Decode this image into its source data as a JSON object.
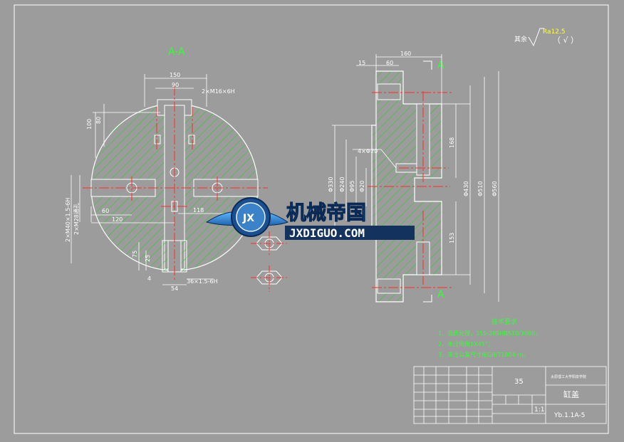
{
  "drawing": {
    "roughness": {
      "prefix": "其余",
      "value": "Ra12.5",
      "paren": "（ √ ）"
    },
    "section_label": "A-A",
    "left_view": {
      "dims_top": [
        "150",
        "90",
        "2×M16×6H"
      ],
      "dims_left": [
        "100",
        "80",
        "60",
        "120"
      ],
      "dim_center": "118",
      "dims_bottom": [
        "75",
        "25",
        "4",
        "54",
        "36×1.5-6H"
      ],
      "thread_labels": [
        "2×M40×1.5-6H",
        "2×M28通孔"
      ]
    },
    "right_view": {
      "dims_top": [
        "160",
        "15",
        "60"
      ],
      "section_marks": [
        "A",
        "A"
      ],
      "hole_label": "4×Φ20",
      "diameters_left": [
        "Φ330",
        "Φ240",
        "Φ95",
        "Φ20"
      ],
      "diameters_right": [
        "Φ430",
        "Φ510",
        "Φ560"
      ],
      "dims_vertical": [
        "168",
        "153"
      ]
    },
    "tech_requirements": {
      "title": "技术要求",
      "items": [
        "1、调质处理，255-285HBS10/3000；",
        "2、未注倒角1X45°；",
        "3、未注公差尺寸按GB/T1804-m。"
      ]
    },
    "title_block": {
      "material": "35",
      "school": "太原理工大学阳泉学院",
      "part_name": "缸盖",
      "scale": "1:1",
      "drawing_no": "Yb.1.1A-5"
    }
  },
  "watermark": {
    "cn": "机械帝国",
    "en": "JXDIGUO.COM",
    "badge": "JX"
  }
}
